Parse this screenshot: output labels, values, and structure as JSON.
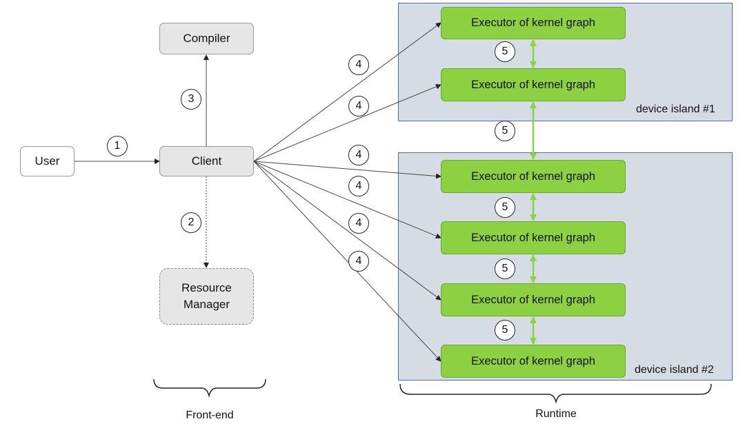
{
  "nodes": {
    "user": "User",
    "client": "Client",
    "compiler": "Compiler",
    "resource_manager_line1": "Resource",
    "resource_manager_line2": "Manager",
    "executor": "Executor of kernel graph"
  },
  "islands": {
    "island1": "device island #1",
    "island2": "device island #2"
  },
  "steps": {
    "s1": "1",
    "s2": "2",
    "s3": "3",
    "s4": "4",
    "s5": "5"
  },
  "sections": {
    "frontend": "Front-end",
    "runtime": "Runtime"
  }
}
